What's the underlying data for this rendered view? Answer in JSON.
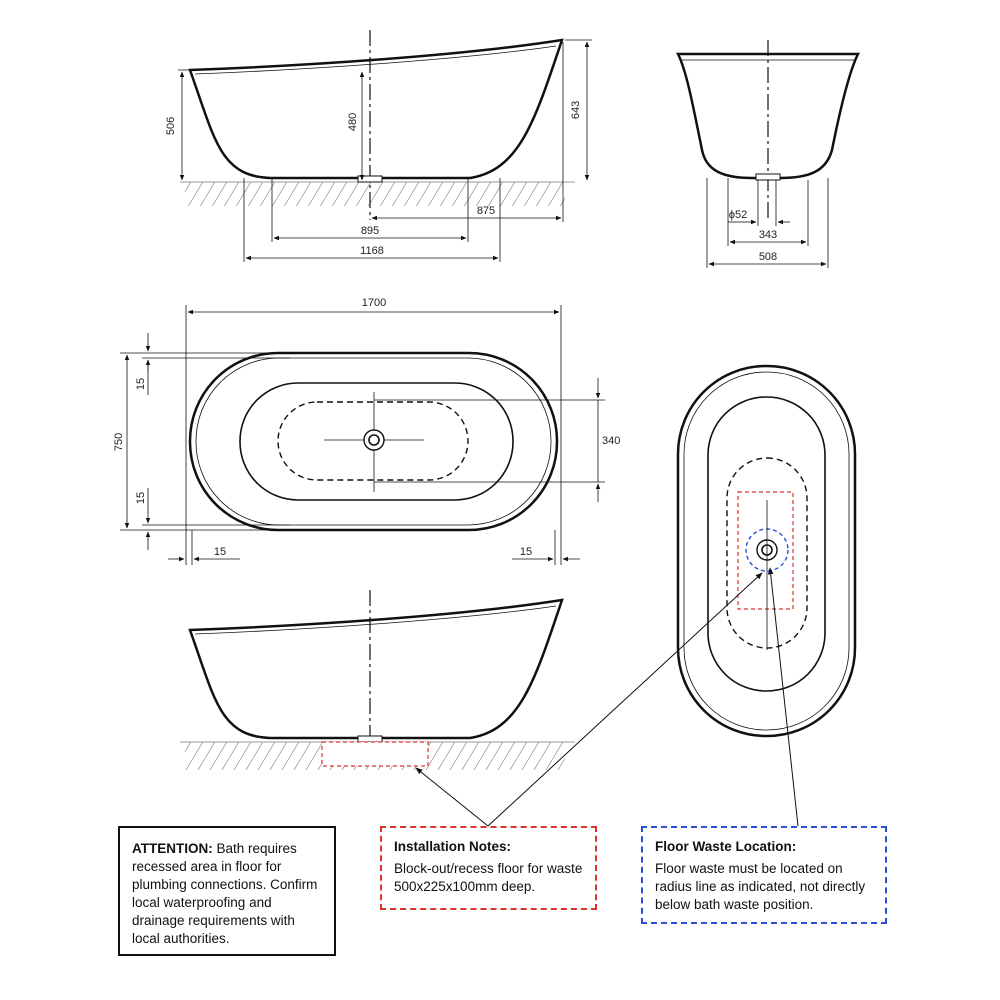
{
  "dimensions": {
    "height_506": "506",
    "height_480": "480",
    "height_643": "643",
    "len_875": "875",
    "len_895": "895",
    "len_1168": "1168",
    "dia_52": "ϕ52",
    "len_343": "343",
    "width_508": "508",
    "length_1700": "1700",
    "width_750": "750",
    "rim_15_top": "15",
    "rim_15_bottom": "15",
    "rim_15_left": "15",
    "rim_15_right": "15",
    "inner_340": "340"
  },
  "notes": {
    "attention_title": "ATTENTION:",
    "attention_text": "Bath requires recessed area in floor for plumbing connections. Confirm local waterproofing and drainage requirements with local authorities.",
    "install_title": "Installation Notes:",
    "install_text": "Block-out/recess floor for waste 500x225x100mm deep.",
    "floor_title": "Floor Waste Location:",
    "floor_text": "Floor waste must be located on radius line as indicated, not directly below bath waste position."
  },
  "colors": {
    "install_border": "#e0312f",
    "floor_border": "#2a4fd6",
    "line": "#111111"
  }
}
